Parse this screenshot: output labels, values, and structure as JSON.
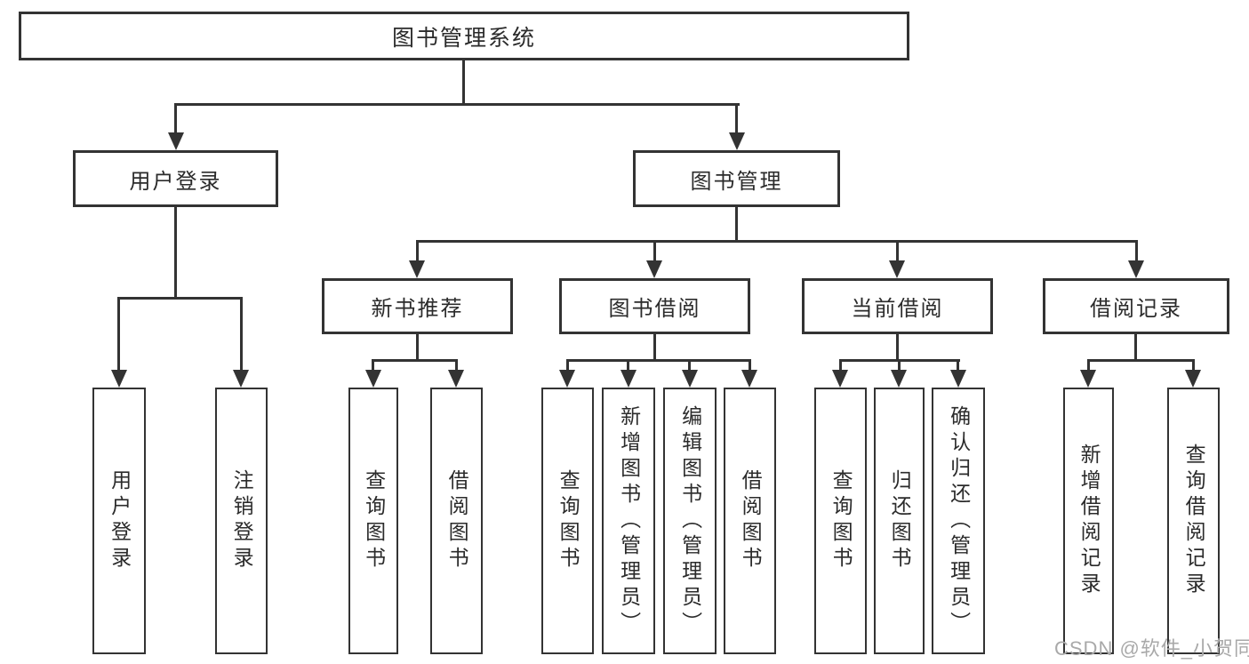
{
  "tree": {
    "root": "图书管理系统",
    "branches": [
      {
        "label": "用户登录",
        "children": [
          "用户登录",
          "注销登录"
        ]
      },
      {
        "label": "图书管理",
        "children": [
          {
            "label": "新书推荐",
            "children": [
              "查询图书",
              "借阅图书"
            ]
          },
          {
            "label": "图书借阅",
            "children": [
              "查询图书",
              "新增图书（管理员）",
              "编辑图书（管理员）",
              "借阅图书"
            ]
          },
          {
            "label": "当前借阅",
            "children": [
              "查询图书",
              "归还图书",
              "确认归还（管理员）"
            ]
          },
          {
            "label": "借阅记录",
            "children": [
              "新增借阅记录",
              "查询借阅记录"
            ]
          }
        ]
      }
    ]
  },
  "watermark": "CSDN @软件_小贺同学",
  "colors": {
    "line": "#333333",
    "text": "#2b2b2b",
    "watermark": "#a9a9a9",
    "background": "#ffffff"
  }
}
